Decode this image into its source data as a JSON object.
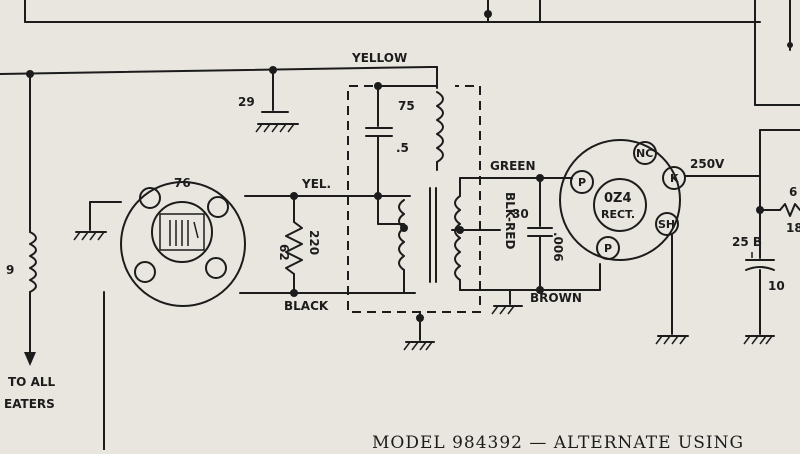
{
  "labels": {
    "yellow": "YELLOW",
    "c29": "29",
    "c75": "75",
    "c75_value": ".5",
    "tube76": "76",
    "yel": "YEL.",
    "r62": "62",
    "r62_value": "220",
    "black": "BLACK",
    "green": "GREEN",
    "blk_red": "BLK-RED",
    "c30": "30",
    "c30_value": ".006",
    "brown": "BROWN",
    "rect_type": "0Z4",
    "rect_word": "RECT.",
    "pin_nc": "NC",
    "pin_k": "K",
    "pin_sh": "SH",
    "pin_p1": "P",
    "pin_p2": "P",
    "b_plus": "250V",
    "c25b": "25 B",
    "c25b_value": "10",
    "l9": "9",
    "heaters_line1": "TO ALL",
    "heaters_line2": "EATERS",
    "edge_6": "6",
    "edge_18": "18",
    "footer": "MODEL 984392 — ALTERNATE USING"
  }
}
